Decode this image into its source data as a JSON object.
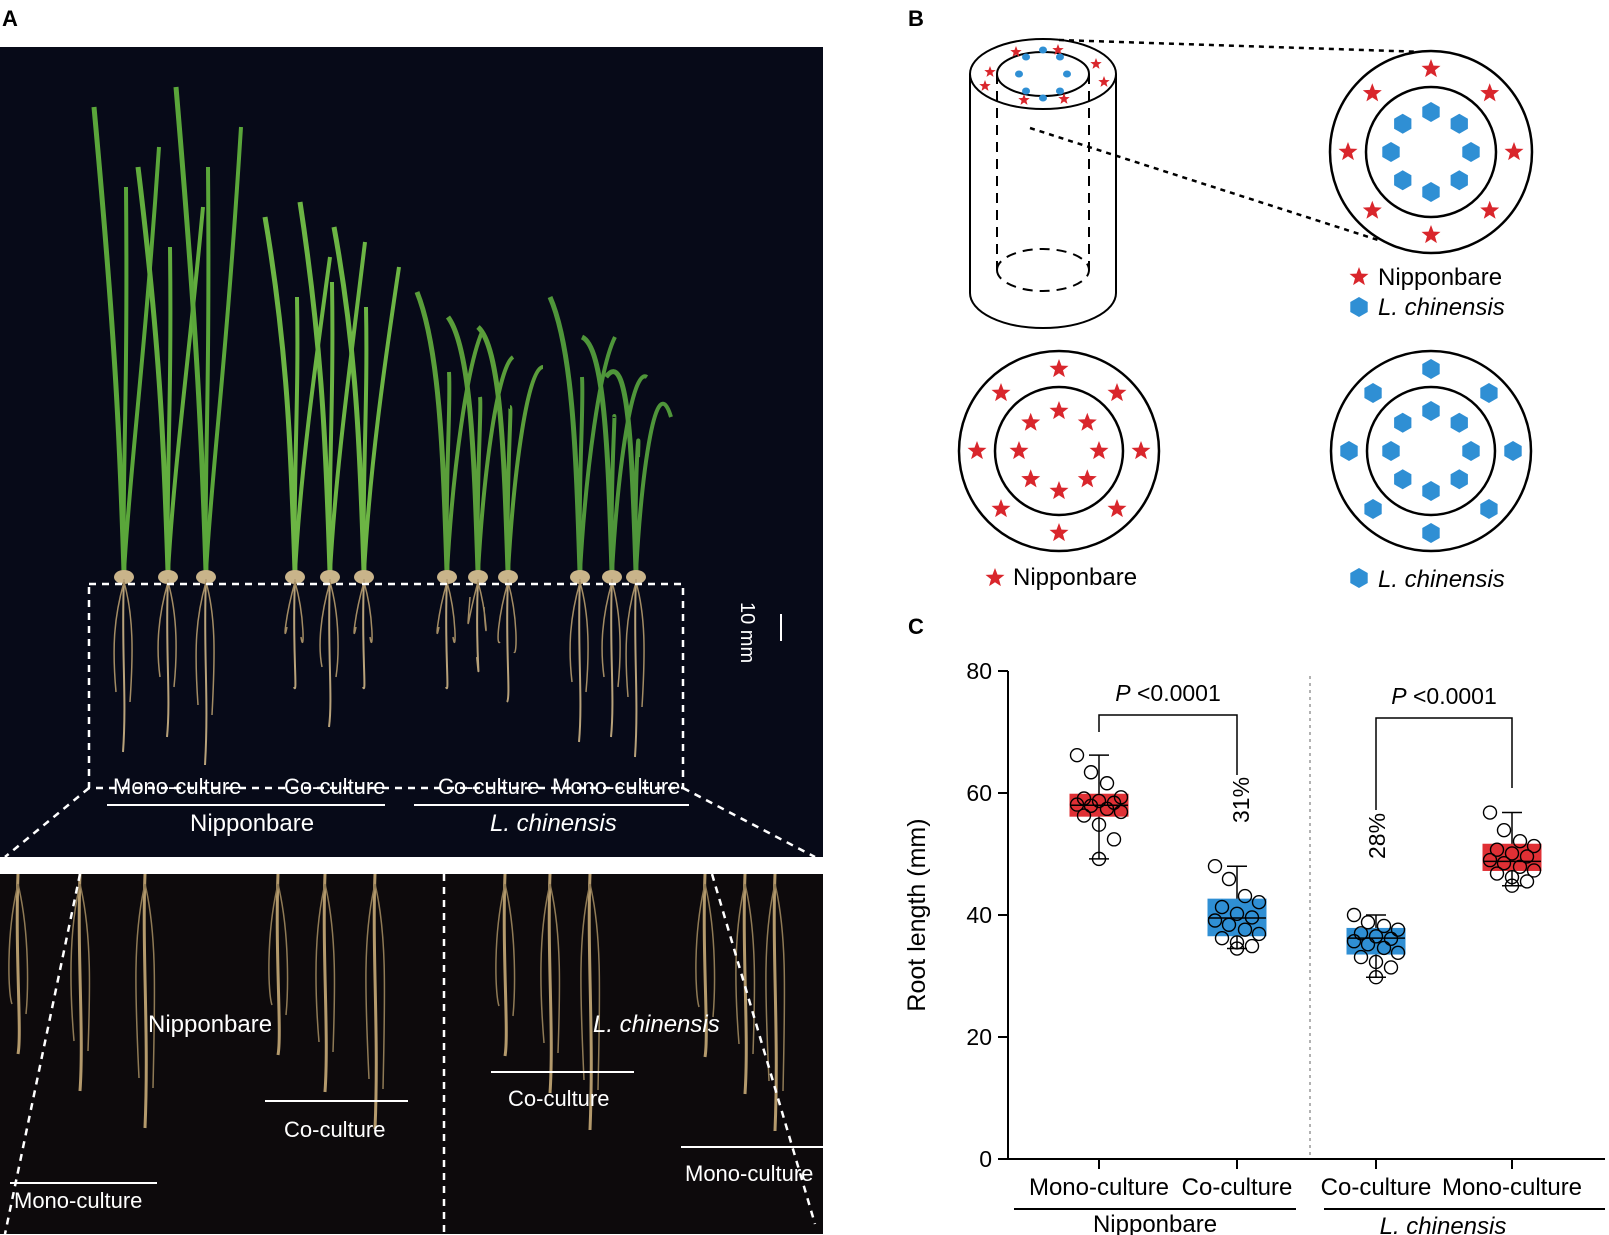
{
  "panels": {
    "a": "A",
    "b": "B",
    "c": "C"
  },
  "panel_a": {
    "scale_bar": "10 mm",
    "group_labels": {
      "mono_left": "Mono-culture",
      "co_left": "Co-culture",
      "co_right": "Co-culture",
      "mono_right": "Mono-culture",
      "species_left": "Nipponbare",
      "species_right": "L. chinensis"
    },
    "zoom_labels": {
      "species_left": "Nipponbare",
      "species_right": "L. chinensis",
      "mono_left": "Mono-culture",
      "co_left": "Co-culture",
      "co_right": "Co-culture",
      "mono_right": "Mono-culture"
    }
  },
  "panel_b": {
    "legend_top": {
      "nipponbare": "Nipponbare",
      "chinensis": "L. chinensis"
    },
    "legend_bottom_left": "Nipponbare",
    "legend_bottom_right": "L. chinensis",
    "colors": {
      "nipponbare": "#d9262c",
      "chinensis": "#2f8fd4"
    }
  },
  "chart_data": {
    "type": "box",
    "ylabel": "Root length (mm)",
    "ylim": [
      0,
      80
    ],
    "yticks": [
      0,
      20,
      40,
      60,
      80
    ],
    "categories": [
      "Mono-culture",
      "Co-culture",
      "Co-culture",
      "Mono-culture"
    ],
    "groups": [
      "Nipponbare",
      "L. chinensis"
    ],
    "boxes": [
      {
        "category": "Mono-culture",
        "group": "Nipponbare",
        "color": "#e03035",
        "min": 49.2,
        "q1": 56.2,
        "median": 58.0,
        "q3": 59.8,
        "max": 66.2,
        "points": [
          66.2,
          63.4,
          61.6,
          59.3,
          59.1,
          58.7,
          58.4,
          58.1,
          57.9,
          57.4,
          56.9,
          56.3,
          54.8,
          52.4,
          49.2
        ]
      },
      {
        "category": "Co-culture",
        "group": "Nipponbare",
        "color": "#2f8fd4",
        "min": 34.5,
        "q1": 36.6,
        "median": 39.5,
        "q3": 42.6,
        "max": 48.0,
        "points": [
          48.0,
          45.9,
          43.1,
          42.1,
          41.3,
          40.2,
          39.6,
          39.1,
          38.4,
          37.6,
          36.9,
          36.2,
          35.5,
          34.9,
          34.5
        ]
      },
      {
        "category": "Co-culture",
        "group": "L. chinensis",
        "color": "#2f8fd4",
        "min": 29.8,
        "q1": 33.6,
        "median": 36.2,
        "q3": 37.8,
        "max": 40.0,
        "points": [
          40.0,
          38.8,
          38.2,
          37.6,
          37.0,
          36.5,
          36.1,
          35.7,
          35.2,
          34.6,
          33.8,
          33.1,
          32.3,
          31.4,
          29.8
        ]
      },
      {
        "category": "Mono-culture",
        "group": "L. chinensis",
        "color": "#e03035",
        "min": 44.8,
        "q1": 47.3,
        "median": 48.8,
        "q3": 51.6,
        "max": 56.8,
        "points": [
          56.8,
          53.9,
          52.1,
          51.3,
          50.7,
          50.1,
          49.6,
          49.0,
          48.5,
          47.9,
          47.3,
          46.8,
          46.2,
          45.5,
          44.8
        ]
      }
    ],
    "annotations": {
      "p_left": "P < 0.0001",
      "p_right": "P < 0.0001",
      "p_prefix": "P",
      "p_value": "<0.0001",
      "pct_left": "31%",
      "pct_right": "28%"
    }
  }
}
